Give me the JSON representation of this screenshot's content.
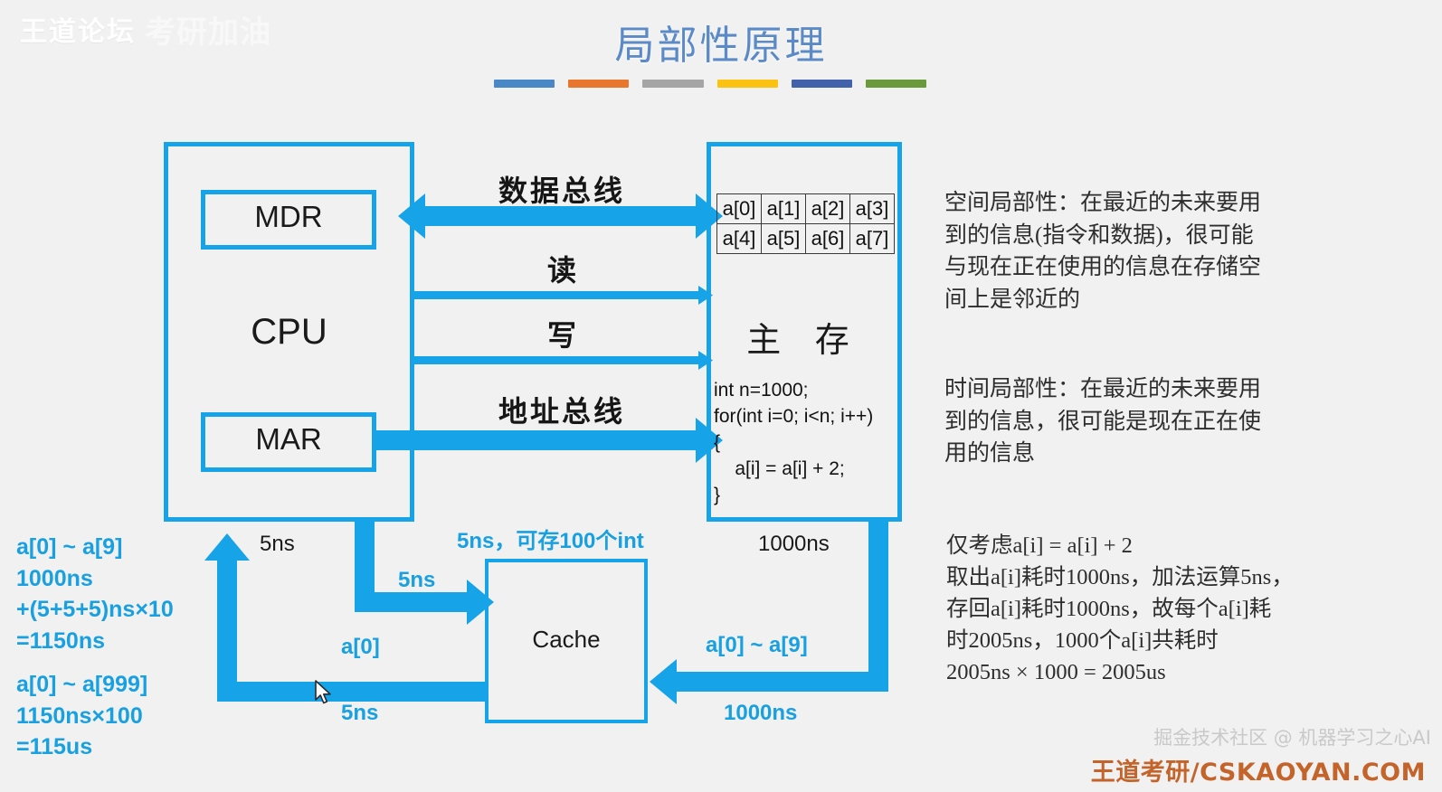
{
  "slide": {
    "title": "局部性原理",
    "rule_colors": [
      "#4a87c6",
      "#e8762c",
      "#a5a5a5",
      "#fbc211",
      "#4262ab",
      "#6a9a3b"
    ]
  },
  "watermarks": {
    "top_left": "王道论坛",
    "top_left_secondary": "考研加油",
    "bottom_gray": "掘金技术社区 @ 机器学习之心AI",
    "bottom_orange": "王道考研/CSKAOYAN.COM"
  },
  "cpu": {
    "label": "CPU",
    "mdr_label": "MDR",
    "mar_label": "MAR"
  },
  "memory": {
    "label": "主 存",
    "array_rows": [
      [
        "a[0]",
        "a[1]",
        "a[2]",
        "a[3]"
      ],
      [
        "a[4]",
        "a[5]",
        "a[6]",
        "a[7]"
      ]
    ],
    "code": "int n=1000;\nfor(int i=0; i<n; i++)\n{\n    a[i] = a[i] + 2;\n}"
  },
  "cache": {
    "label": "Cache",
    "spec_note": "5ns，可存100个int"
  },
  "bus_labels": {
    "data_bus": "数据总线",
    "read": "读",
    "write": "写",
    "address_bus": "地址总线"
  },
  "annotations": {
    "cpu_up_5ns": "5ns",
    "cache_in_5ns": "5ns",
    "cache_out_a0": "a[0]",
    "cache_out_5ns": "5ns",
    "mem_out_1000ns": "1000ns",
    "mem_to_cache_range": "a[0] ~ a[9]",
    "mem_to_cache_1000ns": "1000ns"
  },
  "left_notes": {
    "block_1": "a[0] ~ a[9]\n1000ns\n+(5+5+5)ns×10\n=1150ns",
    "block_2": "a[0] ~ a[999]\n1150ns×100\n=115us"
  },
  "explanations": {
    "spatial": "空间局部性：在最近的未来要用\n到的信息(指令和数据)，很可能\n与现在正在使用的信息在存储空\n间上是邻近的",
    "temporal": "时间局部性：在最近的未来要用\n到的信息，很可能是现在正在使\n用的信息",
    "calculation": "仅考虑a[i] = a[i] + 2\n取出a[i]耗时1000ns，加法运算5ns，\n存回a[i]耗时1000ns，故每个a[i]耗\n时2005ns，1000个a[i]共耗时\n2005ns × 1000 = 2005us"
  },
  "colors": {
    "arrow_blue": "#16a3e8",
    "title_blue": "#5b8ac6",
    "annotation_blue": "#19a0e0",
    "background": "#f1f1f1"
  }
}
